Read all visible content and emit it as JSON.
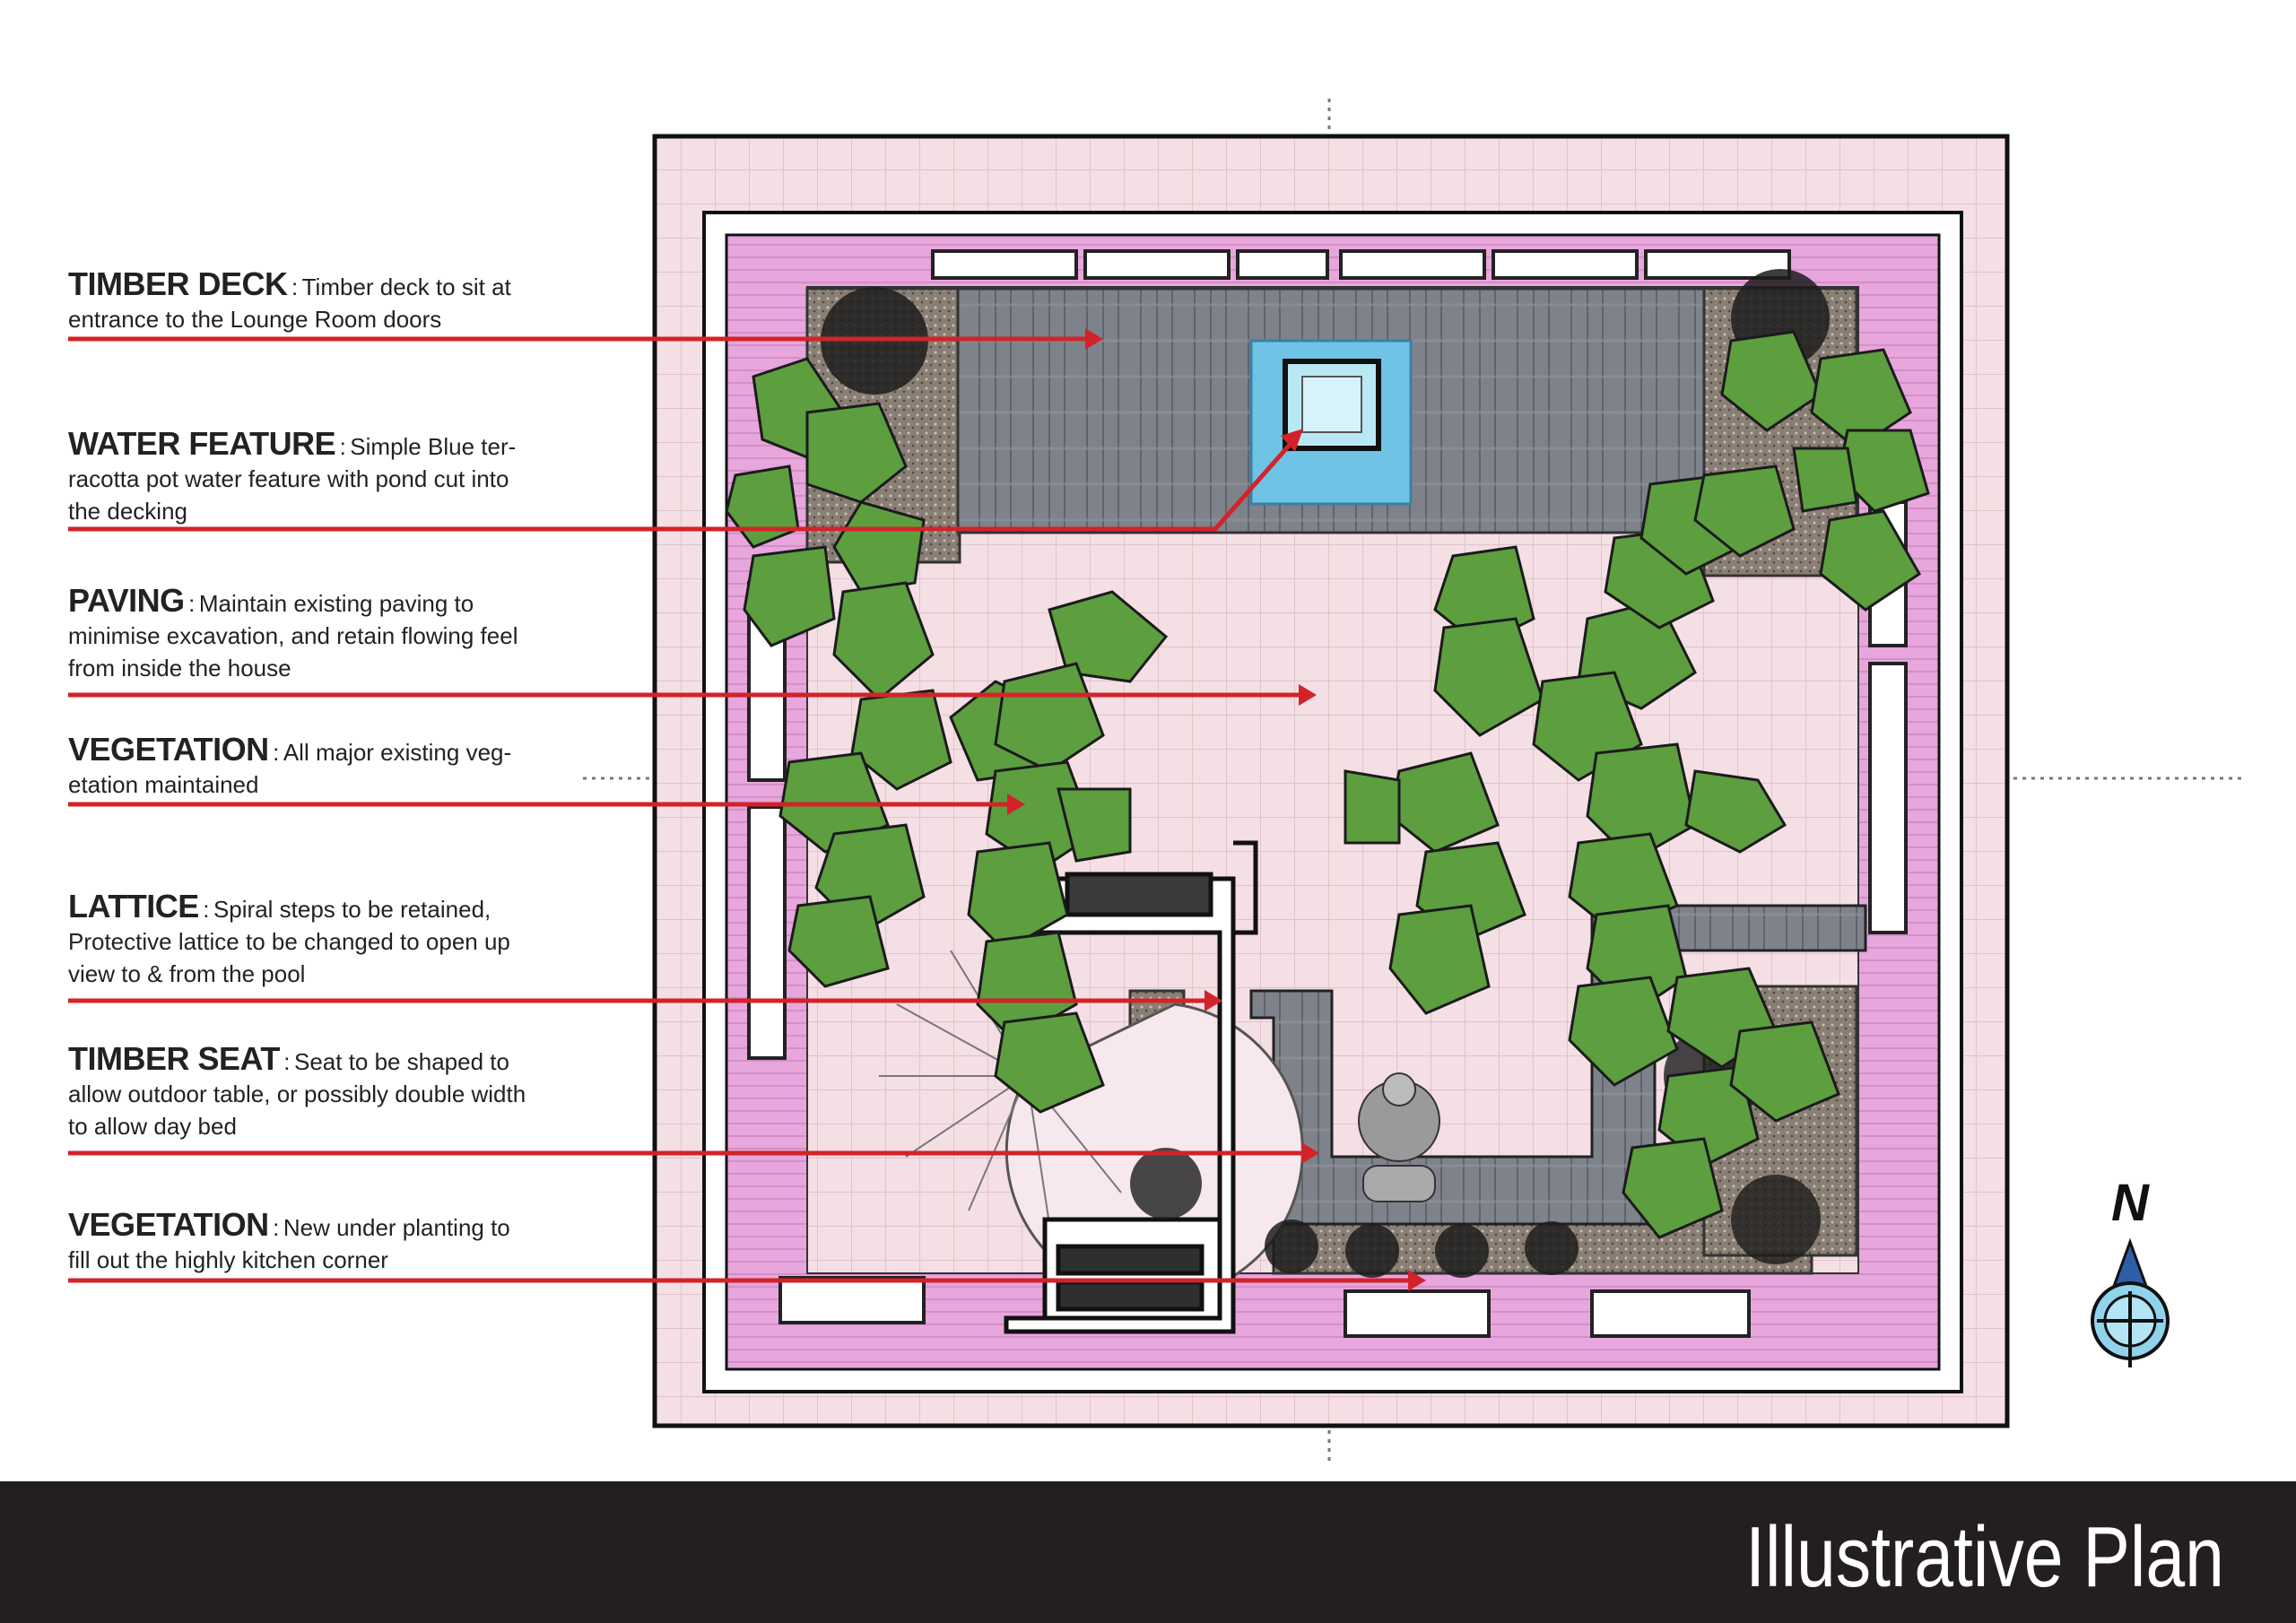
{
  "annotations": [
    {
      "heading": "TIMBER DECK",
      "text": "Timber deck to sit at entrance to the Lounge  Room doors"
    },
    {
      "heading": "WATER FEATURE",
      "text": "Simple Blue ter-racotta pot water feature with pond cut into the decking"
    },
    {
      "heading": "PAVING",
      "text": "Maintain existing paving to minimise excavation, and retain flowing feel from inside the house"
    },
    {
      "heading": "VEGETATION",
      "text": "All major existing veg-etation maintained"
    },
    {
      "heading": "LATTICE",
      "text": "Spiral steps to be retained, Protective lattice to be changed to open up view to & from the pool"
    },
    {
      "heading": "TIMBER SEAT",
      "text": "Seat to be shaped to allow outdoor table, or possibly double width to allow day bed"
    },
    {
      "heading": "VEGETATION",
      "text": "New under planting to fill out the highly kitchen corner"
    }
  ],
  "separator": ":",
  "north_label": "N",
  "footer": {
    "title": "Illustrative Plan"
  },
  "colors": {
    "leader": "#d2232a",
    "paving": "#f3dde2",
    "wall_pink": "#e49bd6",
    "deck": "#7d8189",
    "water": "#6fc3e4",
    "foliage": "#5d9e3f",
    "footer_bg": "#231f20"
  }
}
